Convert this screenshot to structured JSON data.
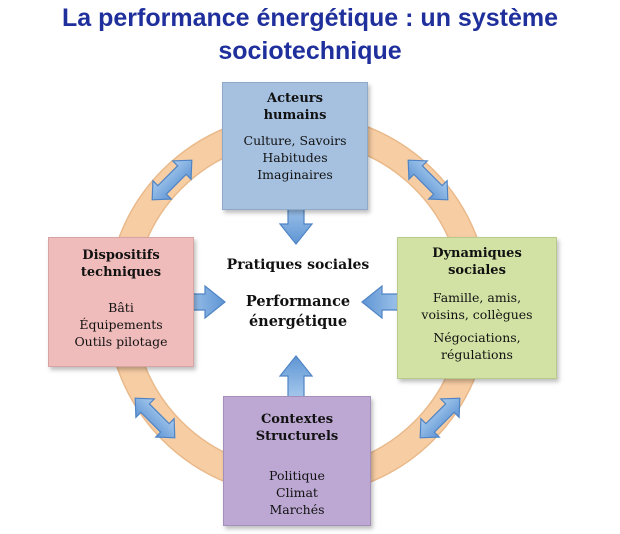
{
  "title": {
    "line1": "La performance énergétique : un système",
    "line2": "sociotechnique"
  },
  "colors": {
    "title": "#1f2f9c",
    "ring": "#f7cda4",
    "arrow": "#7eaee0",
    "top_box": "#a6c1e0",
    "left_box": "#efbcbb",
    "right_box": "#d2e2a4",
    "bottom_box": "#bca8d3"
  },
  "boxes": {
    "top": {
      "heading": [
        "Acteurs",
        "humains"
      ],
      "lines": [
        "Culture, Savoirs",
        "Habitudes",
        "Imaginaires"
      ]
    },
    "left": {
      "heading": [
        "Dispositifs",
        "techniques"
      ],
      "lines": [
        "Bâti",
        "Équipements",
        "Outils pilotage"
      ]
    },
    "right": {
      "heading": [
        "Dynamiques",
        "sociales"
      ],
      "lines": [
        "Famille, amis,",
        "voisins, collègues"
      ],
      "lines2": [
        "Négociations,",
        "régulations"
      ]
    },
    "bottom": {
      "heading": [
        "Contextes",
        "Structurels"
      ],
      "lines": [
        "Politique",
        "Climat",
        "Marchés"
      ]
    }
  },
  "center": {
    "practices": "Pratiques sociales",
    "performance": [
      "Performance",
      "énergétique"
    ]
  },
  "icons": {
    "ring": "circular-ring",
    "cycle_arrows": "double-headed-arrow-icon",
    "inward_arrows": "block-arrow-icon"
  }
}
